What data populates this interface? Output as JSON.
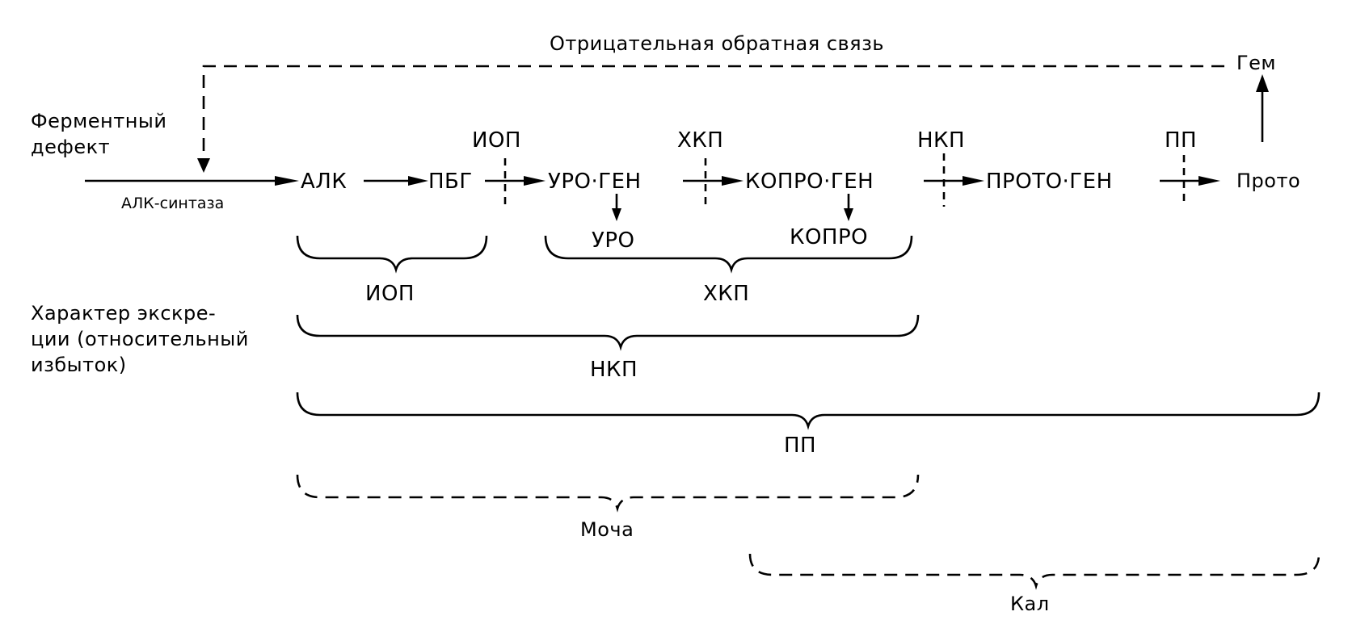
{
  "feedback": {
    "label": "Отрицательная обратная связь",
    "target": "Гем"
  },
  "defect": {
    "line1": "Ферментный",
    "line2": "дефект"
  },
  "enzyme": "АЛК-синтаза",
  "pathway": {
    "nodes": [
      "АЛК",
      "ПБГ",
      "УРО·ГЕН",
      "КОПРО·ГЕН",
      "ПРОТО·ГЕН",
      "Прото"
    ],
    "blocks": [
      "ИОП",
      "ХКП",
      "НКП",
      "ПП"
    ],
    "side_products": [
      "УРО",
      "КОПРО"
    ]
  },
  "excretion": {
    "label_line1": "Характер экскре-",
    "label_line2": "ции (относительный",
    "label_line3": "избыток)",
    "groups": [
      "ИОП",
      "ХКП",
      "НКП",
      "ПП"
    ]
  },
  "routes": {
    "urine": "Моча",
    "feces": "Кал"
  }
}
